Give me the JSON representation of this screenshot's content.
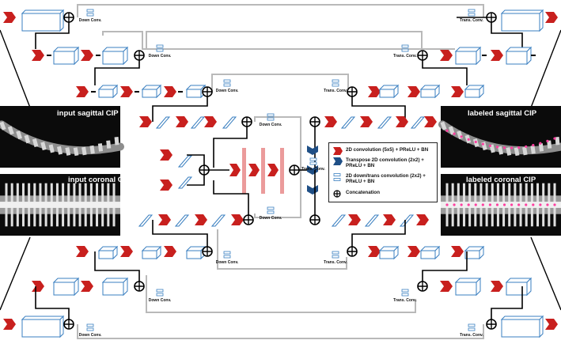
{
  "panels": {
    "input_sagittal": "input sagittal CIP",
    "input_coronal": "input coronal CIP",
    "labeled_sagittal": "labeled sagittal CIP",
    "labeled_coronal": "labeled coronal CIP"
  },
  "labels": {
    "down_conv": "Down Conv.",
    "trans_conv": "Trans. Conv."
  },
  "legend": {
    "conv": "2D convolution (5x5) + PReLU + BN",
    "transpose": "Transpose 2D convolution (2x2) + PReLU + BN",
    "down_trans": "2D down/trans convolution (2x2) + PReLU + BN",
    "concat": "Concatenation"
  },
  "colors": {
    "conv_block": "#c8201e",
    "transpose_block": "#1f4f86",
    "tensor_outline": "#3a7fc0",
    "skip_line": "#b9b9b9",
    "bottleneck": "#e88a8a"
  }
}
